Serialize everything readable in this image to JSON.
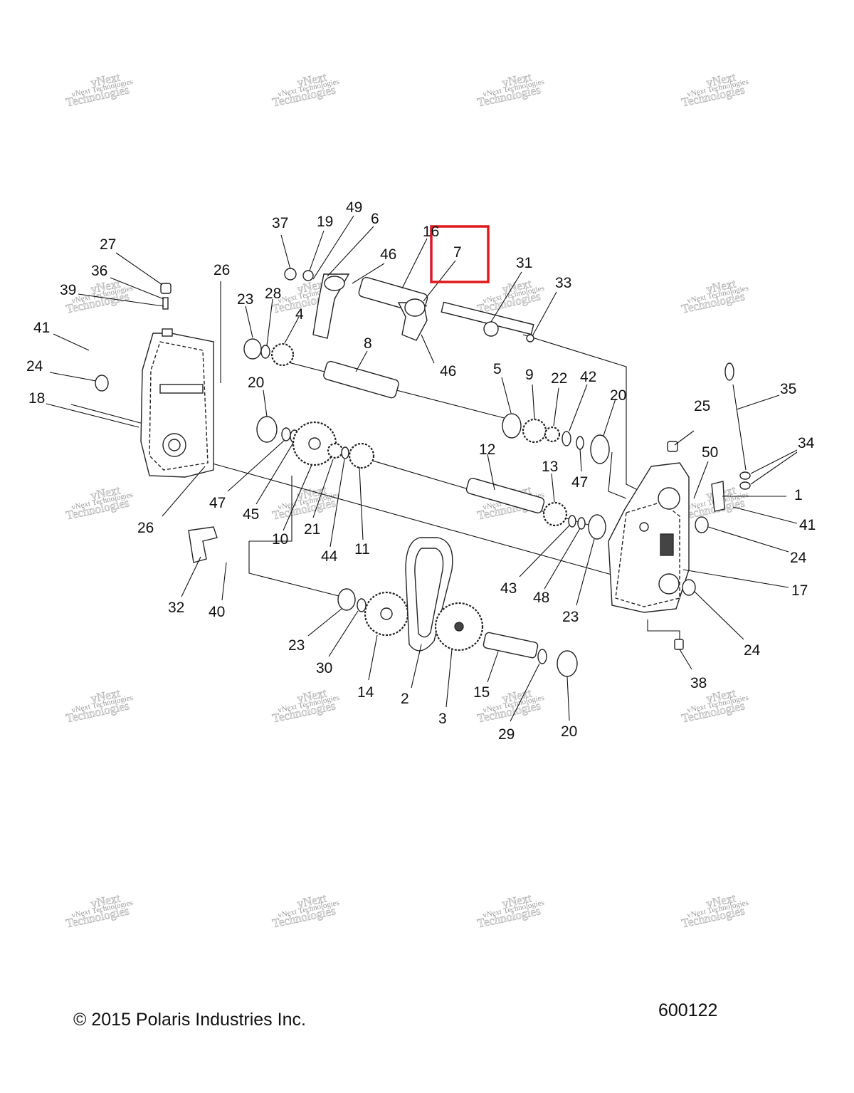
{
  "copyright": "© 2015 Polaris Industries Inc.",
  "figure_number": "600122",
  "watermark": {
    "line1": "vNext Technologies",
    "line2": "vNext",
    "line3": "Technologies"
  },
  "highlight_color": "#e0191c",
  "highlighted_callout": "7",
  "callouts": {
    "c1": "1",
    "c2": "2",
    "c3": "3",
    "c4": "4",
    "c5": "5",
    "c6": "6",
    "c7": "7",
    "c8": "8",
    "c9": "9",
    "c10": "10",
    "c11": "11",
    "c12": "12",
    "c13": "13",
    "c14": "14",
    "c15": "15",
    "c16": "16",
    "c17": "17",
    "c18": "18",
    "c19": "19",
    "c20a": "20",
    "c20b": "20",
    "c20c": "20",
    "c21": "21",
    "c22": "22",
    "c23a": "23",
    "c23b": "23",
    "c23c": "23",
    "c24a": "24",
    "c24b": "24",
    "c24c": "24",
    "c25": "25",
    "c26a": "26",
    "c26b": "26",
    "c27": "27",
    "c28": "28",
    "c29": "29",
    "c30": "30",
    "c31": "31",
    "c32": "32",
    "c33": "33",
    "c34": "34",
    "c35": "35",
    "c36": "36",
    "c37": "37",
    "c38": "38",
    "c39": "39",
    "c40": "40",
    "c41a": "41",
    "c41b": "41",
    "c42": "42",
    "c43": "43",
    "c44": "44",
    "c45": "45",
    "c46a": "46",
    "c46b": "46",
    "c47a": "47",
    "c47b": "47",
    "c48": "48",
    "c49": "49",
    "c50": "50"
  }
}
